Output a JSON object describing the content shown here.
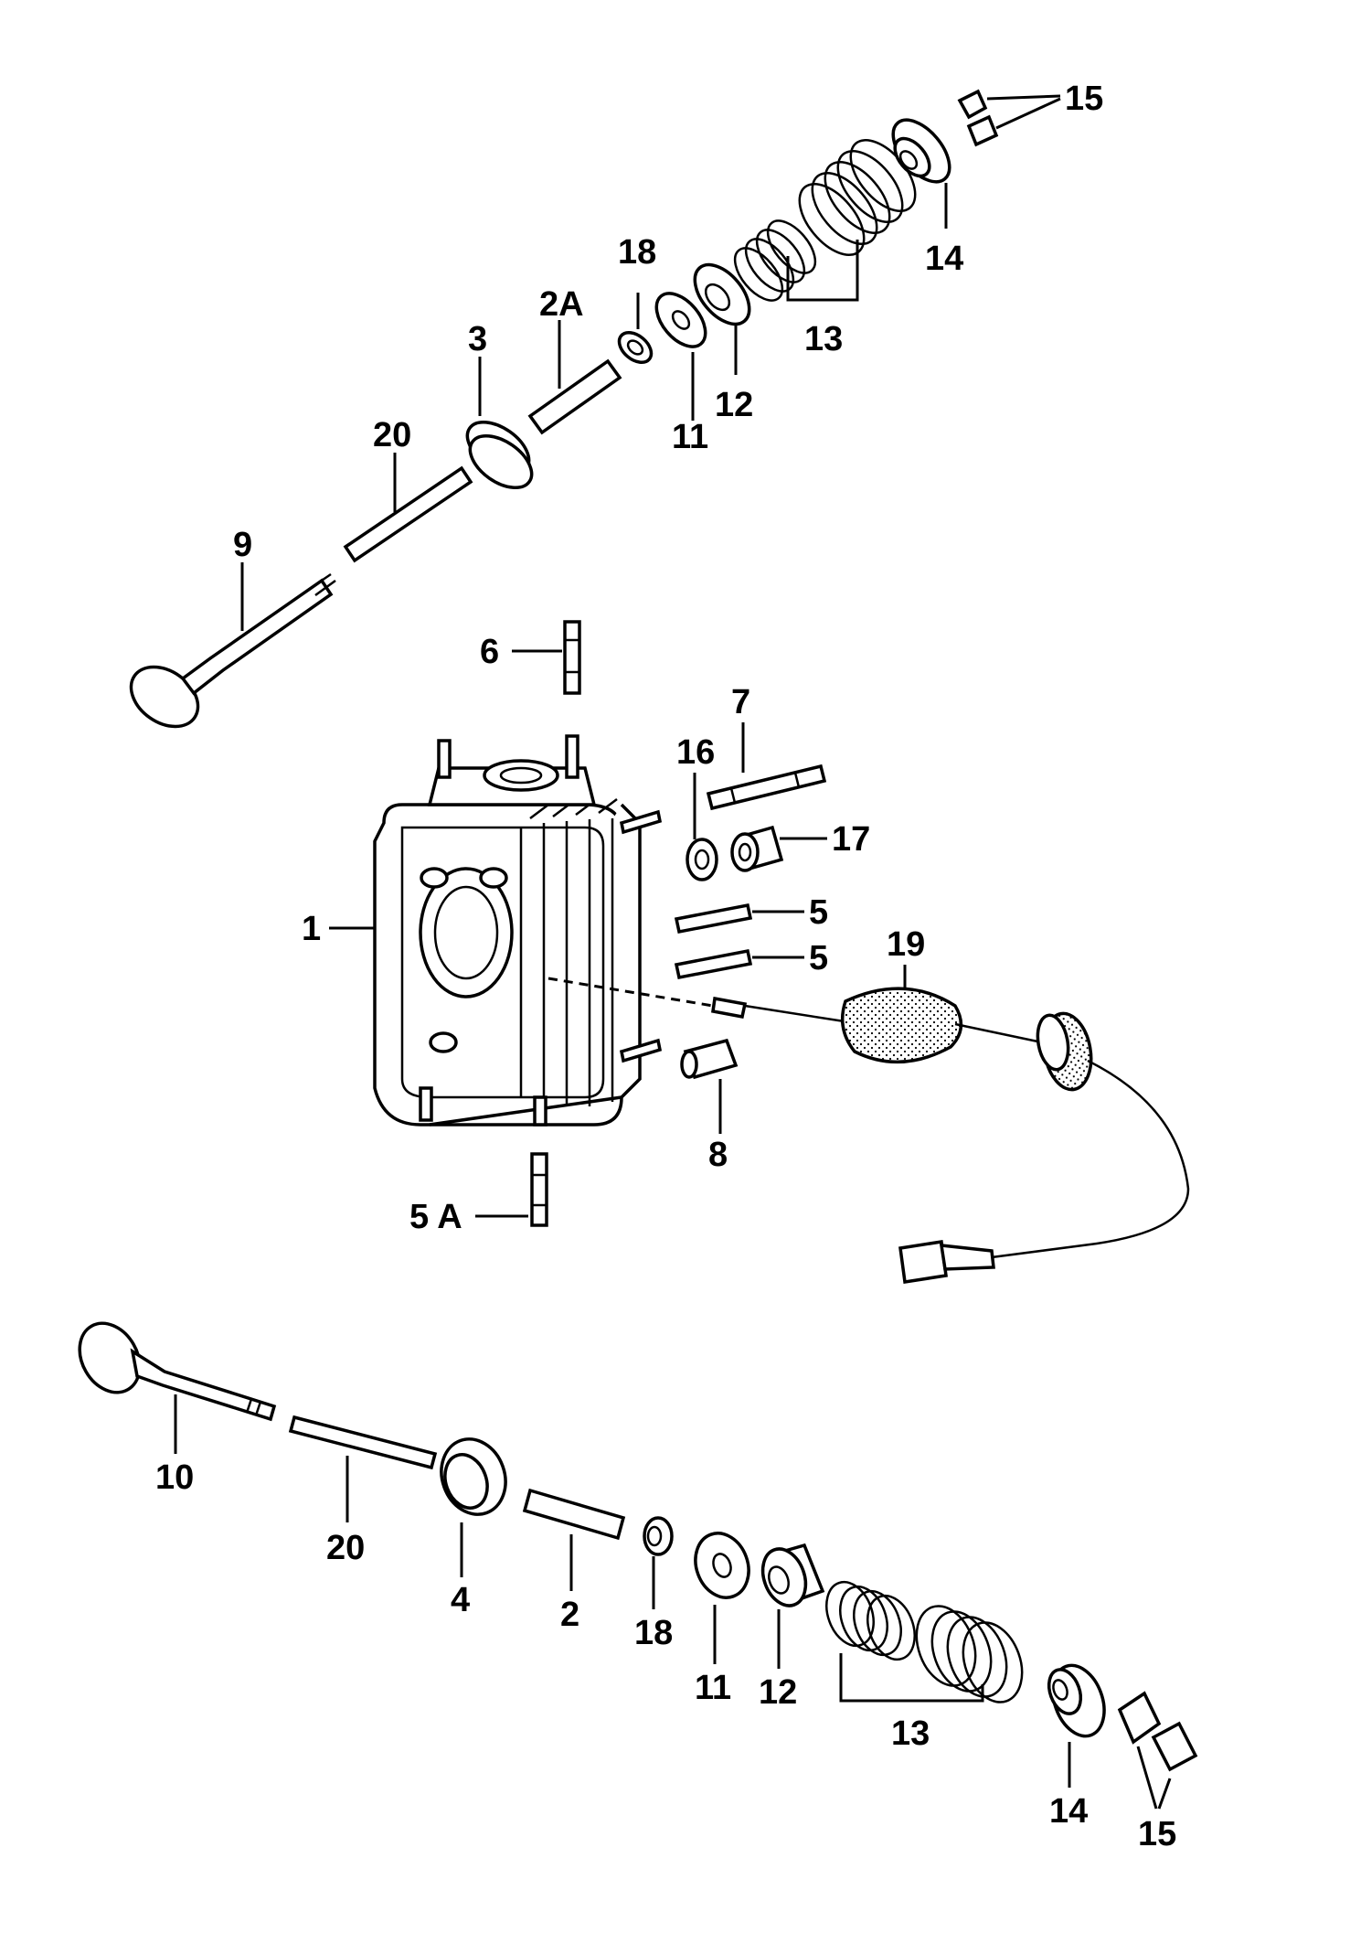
{
  "diagram": {
    "callouts": {
      "c15_top": "15",
      "c14_top": "14",
      "c13_top": "13",
      "c12_top": "12",
      "c11_top": "11",
      "c18_top": "18",
      "c2A": "2A",
      "c3": "3",
      "c20_top": "20",
      "c9": "9",
      "c6": "6",
      "c7": "7",
      "c16": "16",
      "c17": "17",
      "c5_a": "5",
      "c5_b": "5",
      "c19": "19",
      "c1": "1",
      "c8": "8",
      "c5A": "5 A",
      "c10": "10",
      "c20_bot": "20",
      "c4": "4",
      "c2": "2",
      "c18_bot": "18",
      "c11_bot": "11",
      "c12_bot": "12",
      "c13_bot": "13",
      "c14_bot": "14",
      "c15_bot": "15"
    }
  }
}
